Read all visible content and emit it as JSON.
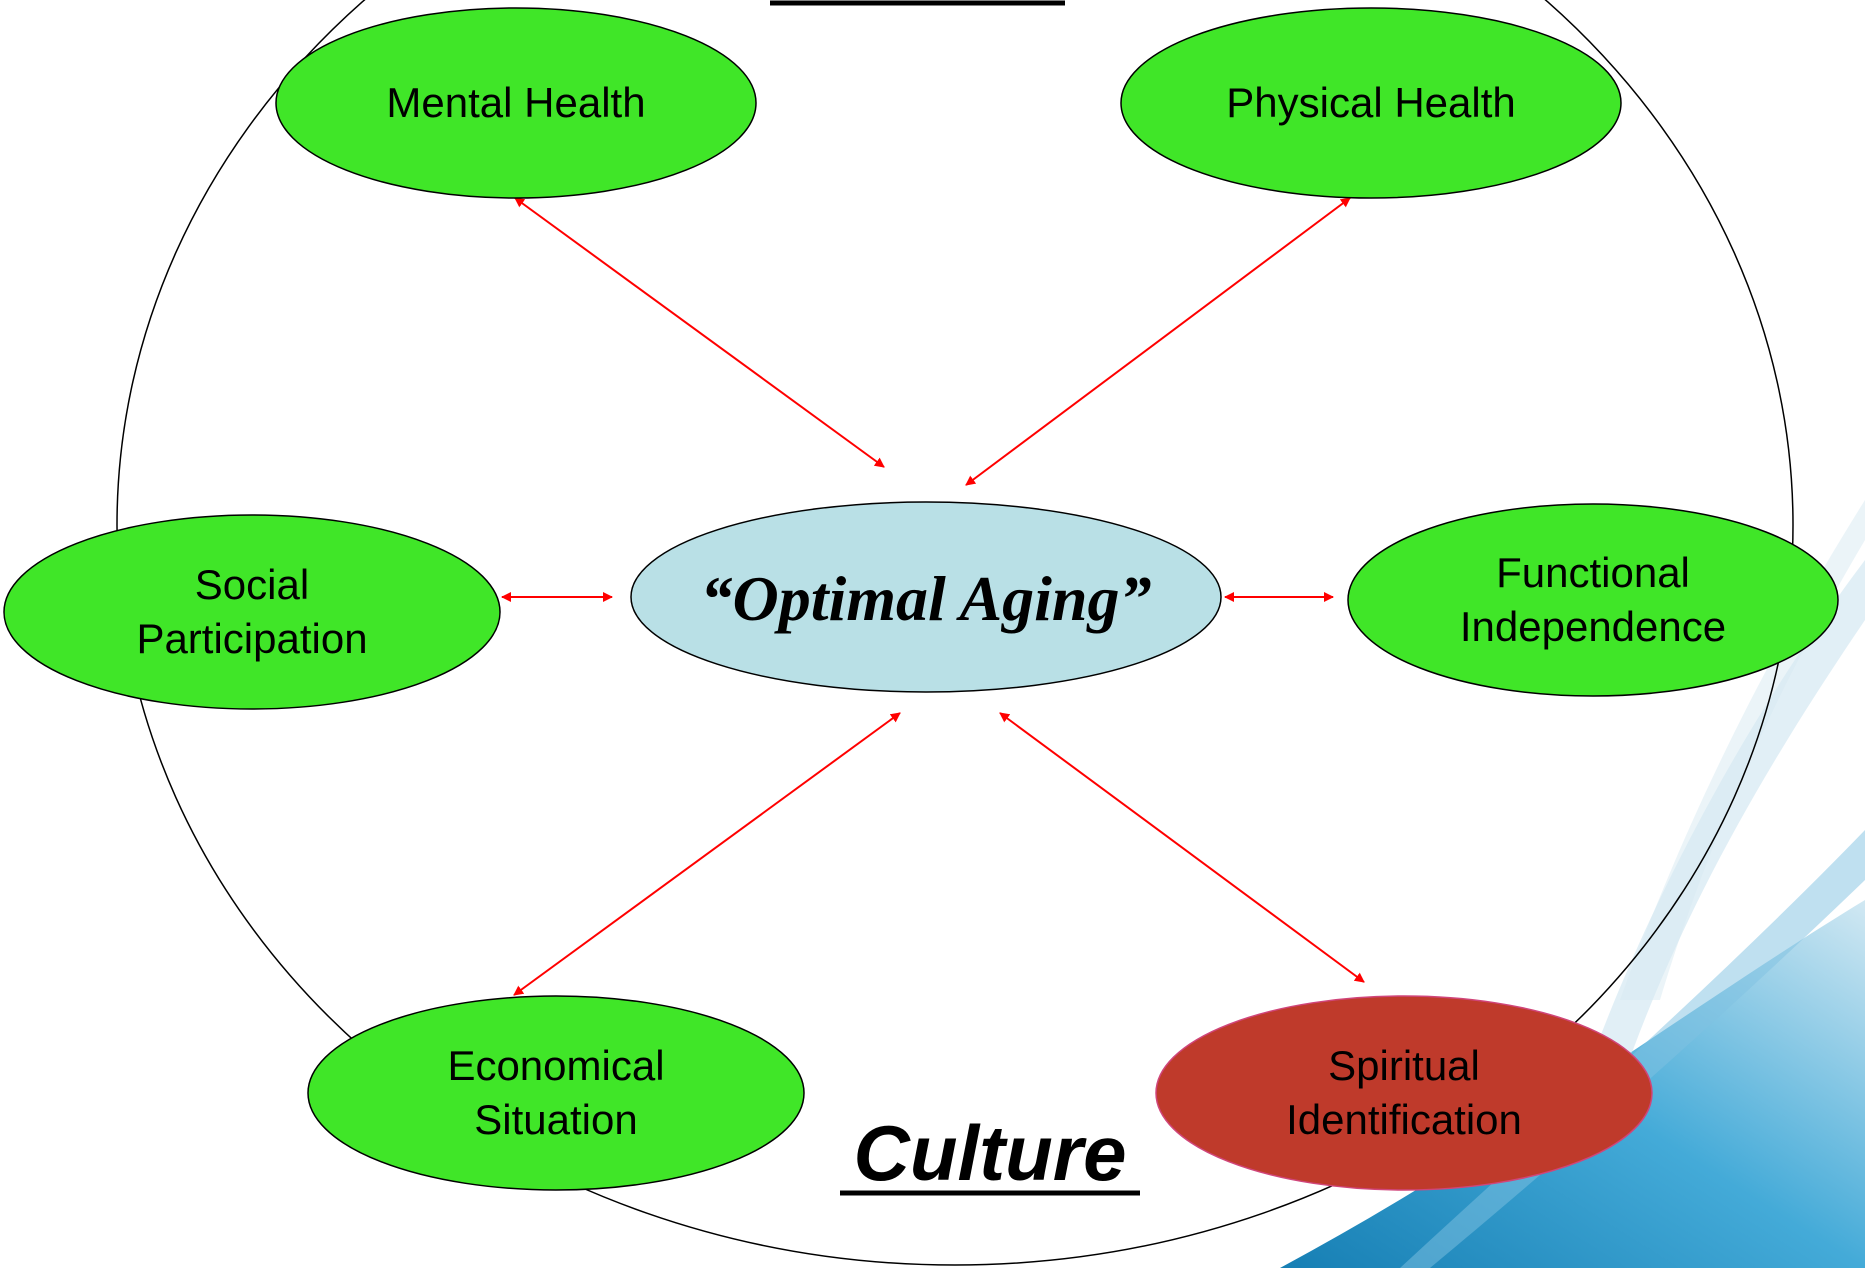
{
  "center": {
    "label": "“Optimal Aging”",
    "fill": "#b9e0e6"
  },
  "outer": {
    "label": "Culture"
  },
  "colors": {
    "node_green": "#40e628",
    "node_spiritual": "#bf3a2b",
    "arrow": "#ff0000",
    "stroke": "#000000"
  },
  "nodes": [
    {
      "id": "mental-health",
      "lines": [
        "Mental Health"
      ]
    },
    {
      "id": "physical-health",
      "lines": [
        "Physical Health"
      ]
    },
    {
      "id": "social-participation",
      "lines": [
        "Social",
        "Participation"
      ]
    },
    {
      "id": "functional-independence",
      "lines": [
        "Functional",
        "Independence"
      ]
    },
    {
      "id": "economical-situation",
      "lines": [
        "Economical",
        "Situation"
      ]
    },
    {
      "id": "spiritual-identification",
      "lines": [
        "Spiritual",
        "Identification"
      ]
    }
  ],
  "edges": [
    {
      "from": "mental-health",
      "to": "center",
      "bidirectional": true
    },
    {
      "from": "physical-health",
      "to": "center",
      "bidirectional": true
    },
    {
      "from": "social-participation",
      "to": "center",
      "bidirectional": true
    },
    {
      "from": "functional-independence",
      "to": "center",
      "bidirectional": true
    },
    {
      "from": "economical-situation",
      "to": "center",
      "bidirectional": true
    },
    {
      "from": "spiritual-identification",
      "to": "center",
      "bidirectional": true
    }
  ]
}
